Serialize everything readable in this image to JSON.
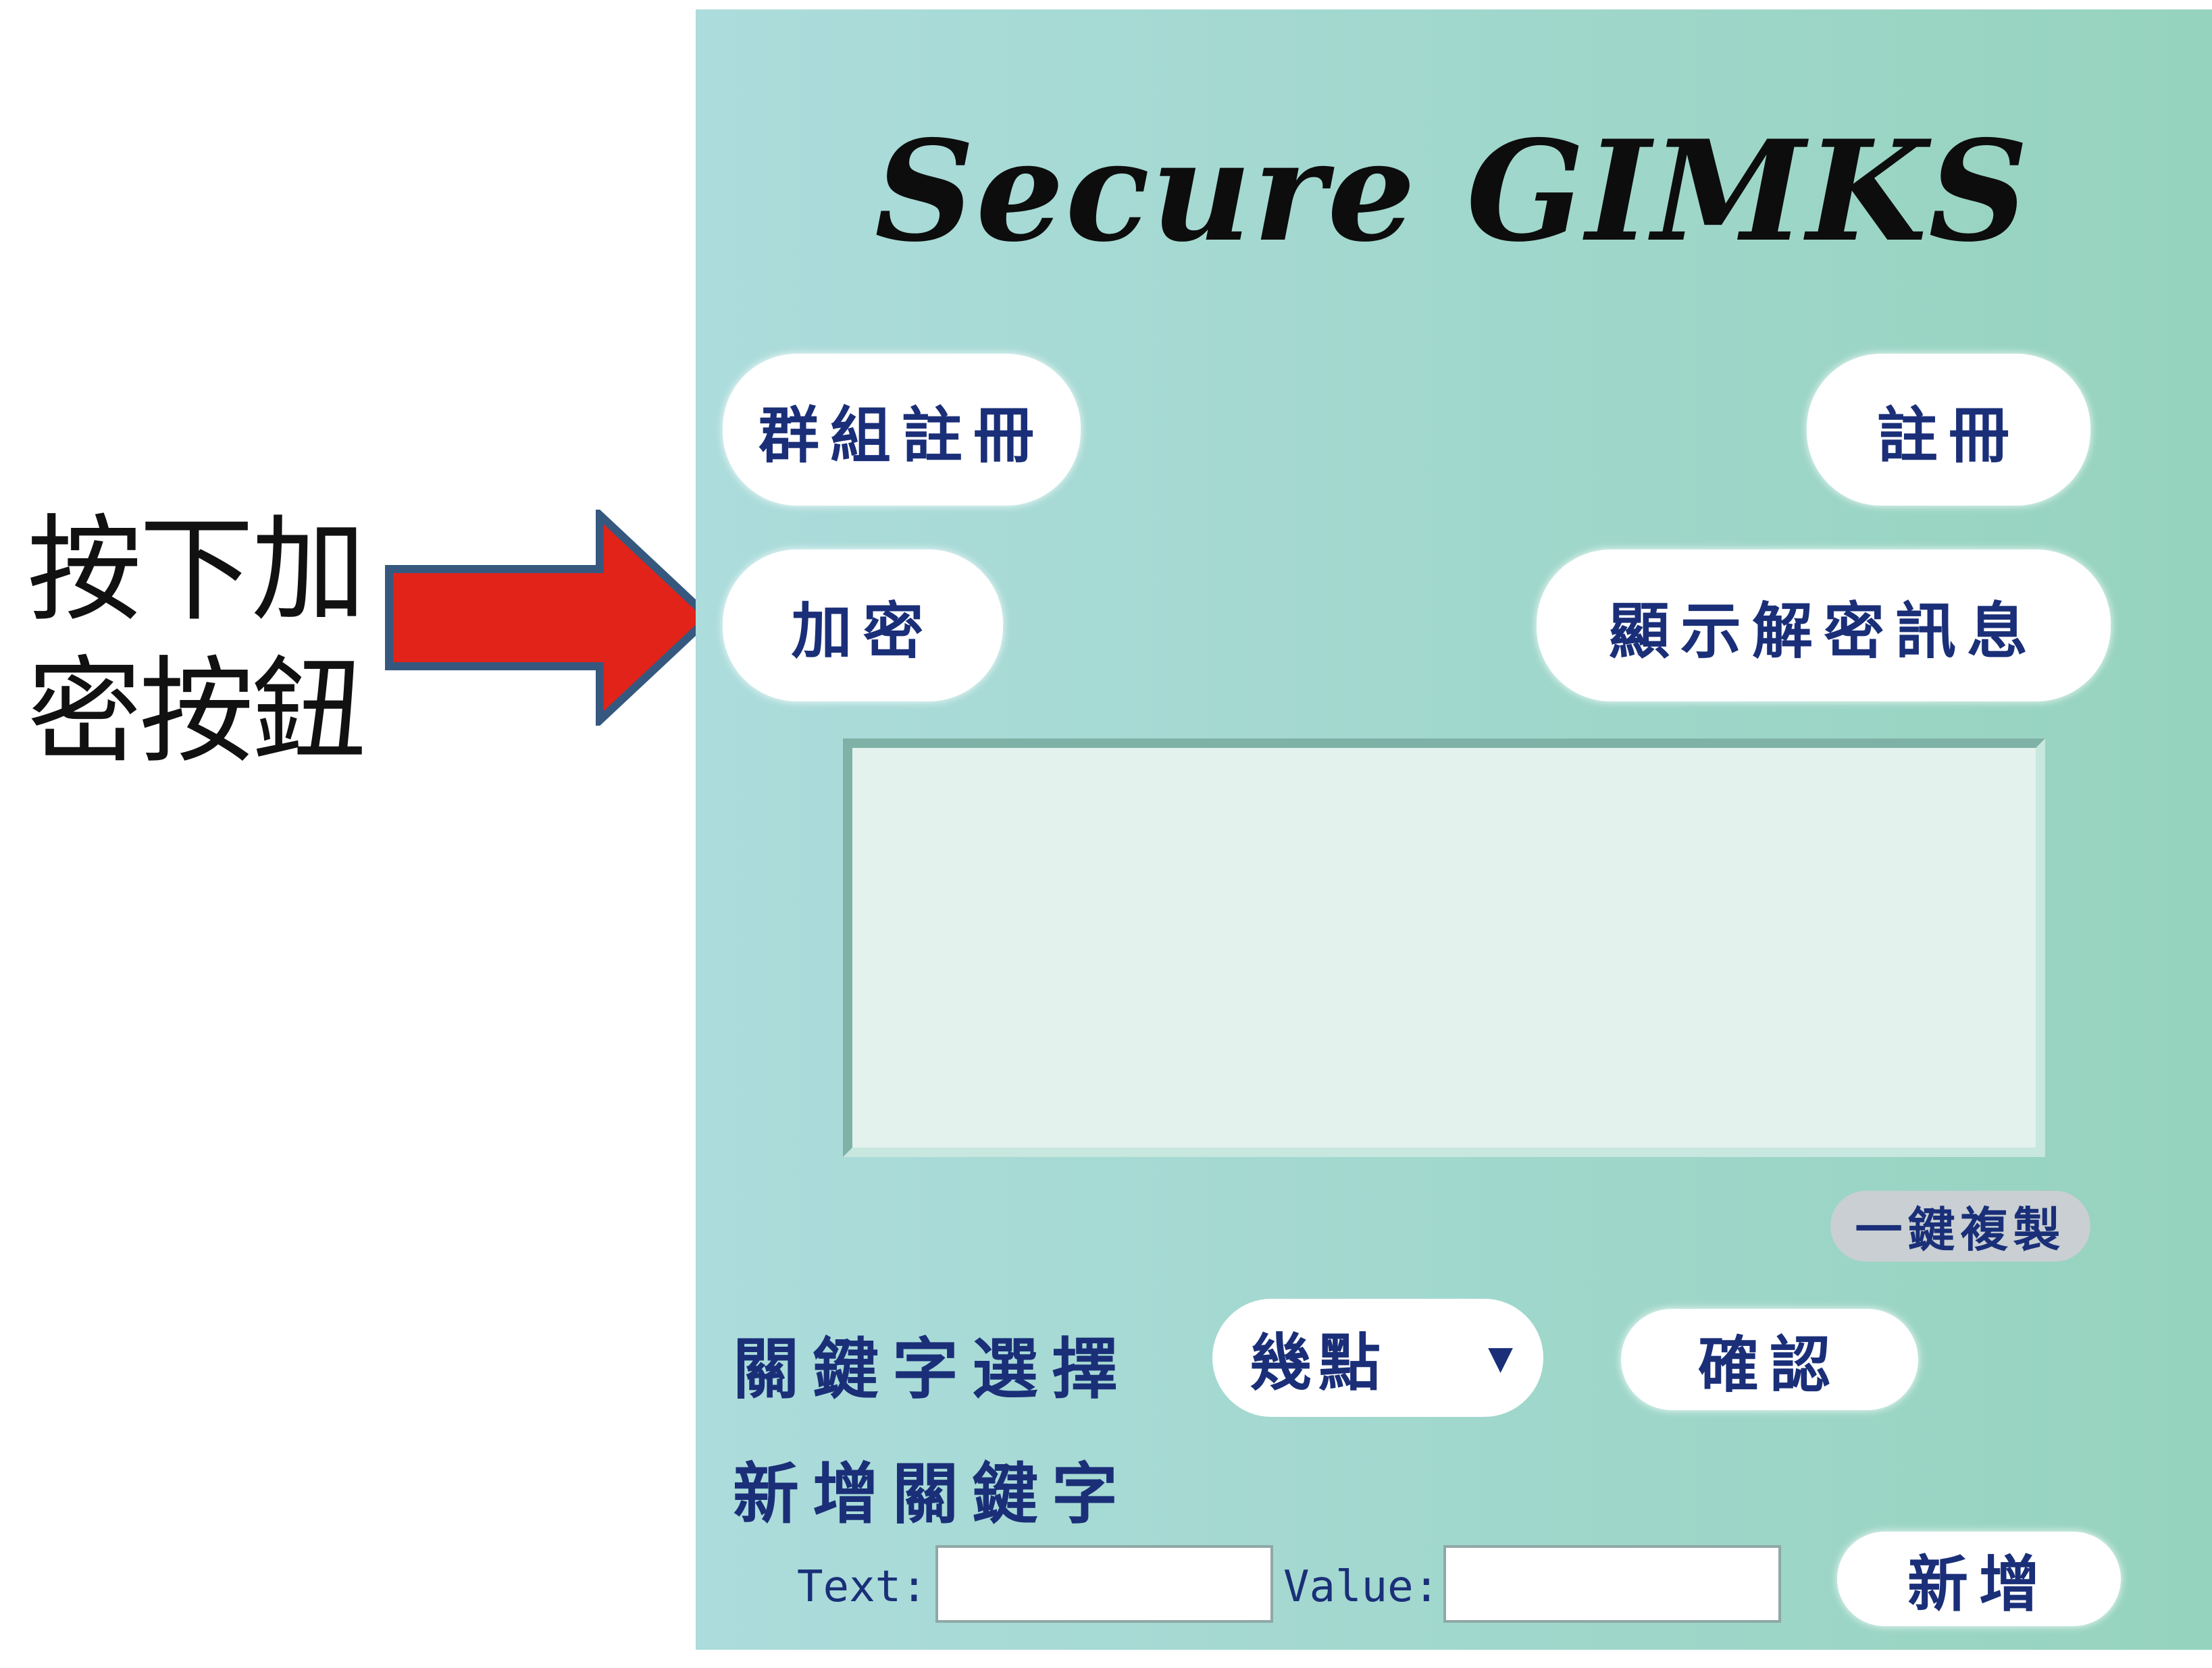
{
  "annotation": {
    "line1": "按下加",
    "line2": "密按鈕",
    "arrow_fill": "#e12319",
    "arrow_stroke": "#36587f"
  },
  "app": {
    "title": "Secure GIMKS",
    "background_left": "#acdcdc",
    "background_right": "#96d3be",
    "text_color": "#1a2f78"
  },
  "buttons": {
    "group_register": "群組註冊",
    "register": "註冊",
    "encrypt": "加密",
    "show_decrypted_message": "顯示解密訊息",
    "copy_all": "一鍵複製",
    "confirm": "確認",
    "add": "新增"
  },
  "message_area": {
    "value": ""
  },
  "keyword": {
    "select_label": "關鍵字選擇",
    "selected_option": "幾點",
    "caret": "▼",
    "add_label": "新增關鍵字"
  },
  "fields": {
    "text_label": "Text:",
    "text_value": "",
    "value_label": "Value:",
    "value_value": ""
  }
}
